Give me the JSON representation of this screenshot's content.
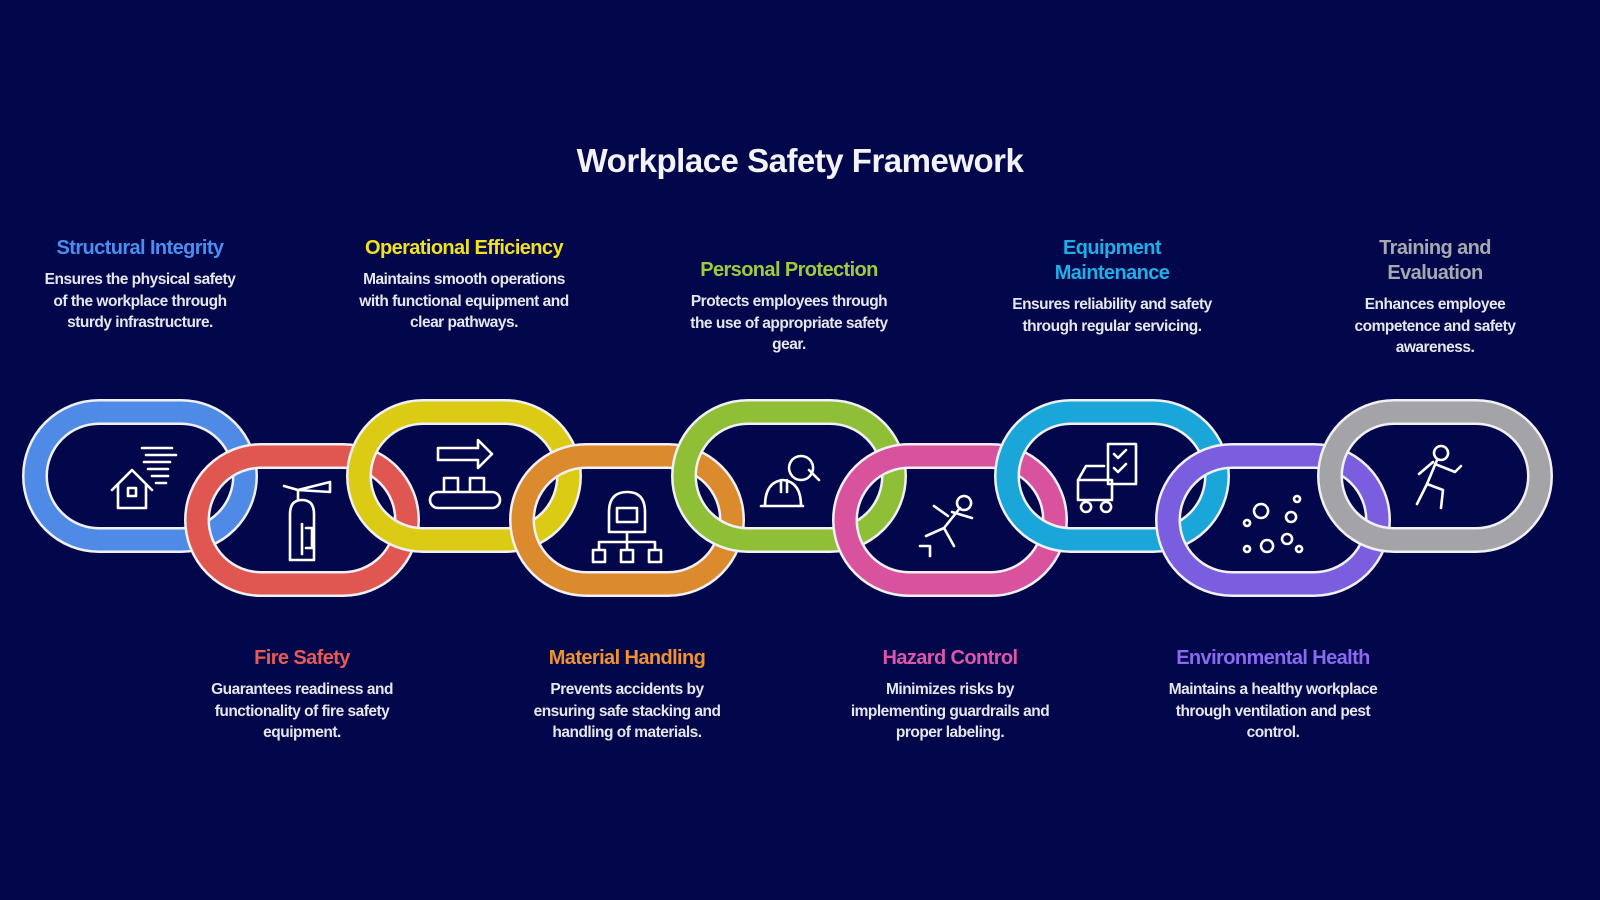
{
  "title": "Workplace Safety Framework",
  "items": [
    {
      "title": "Structural Integrity",
      "description": "Ensures the physical safety of the workplace through sturdy infrastructure.",
      "color": "#4f8be6",
      "title_color": "#4a8ff0",
      "icon": "house-wind-icon",
      "position": "top"
    },
    {
      "title": "Fire Safety",
      "description": "Guarantees readiness and functionality of fire safety equipment.",
      "color": "#e05752",
      "title_color": "#ea5a55",
      "icon": "fire-extinguisher-icon",
      "position": "bottom"
    },
    {
      "title": "Operational Efficiency",
      "description": "Maintains smooth operations with functional equipment and clear pathways.",
      "color": "#dccb14",
      "title_color": "#f2e21a",
      "icon": "conveyor-icon",
      "position": "top"
    },
    {
      "title": "Material Handling",
      "description": "Prevents accidents by ensuring safe stacking and handling of materials.",
      "color": "#dc8a2e",
      "title_color": "#f0922e",
      "icon": "warehouse-network-icon",
      "position": "bottom"
    },
    {
      "title": "Personal Protection",
      "description": "Protects employees through the use of appropriate safety gear.",
      "color": "#8fbf36",
      "title_color": "#9ccc3a",
      "icon": "hard-hat-search-icon",
      "position": "top"
    },
    {
      "title": "Hazard Control",
      "description": "Minimizes risks by implementing guardrails and proper labeling.",
      "color": "#d9529e",
      "title_color": "#e055a8",
      "icon": "falling-person-icon",
      "position": "bottom"
    },
    {
      "title": "Equipment Maintenance",
      "description": "Ensures reliability and safety through regular servicing.",
      "color": "#1aa6d9",
      "title_color": "#1cb0e6",
      "icon": "truck-checklist-icon",
      "position": "top"
    },
    {
      "title": "Environmental Health",
      "description": "Maintains a healthy workplace through ventilation and pest control.",
      "color": "#7b5ee0",
      "title_color": "#8a6af0",
      "icon": "germs-icon",
      "position": "bottom"
    },
    {
      "title": "Training and Evaluation",
      "description": "Enhances employee competence and safety awareness.",
      "color": "#a3a3a8",
      "title_color": "#a8a8b0",
      "icon": "running-person-icon",
      "position": "top"
    }
  ]
}
